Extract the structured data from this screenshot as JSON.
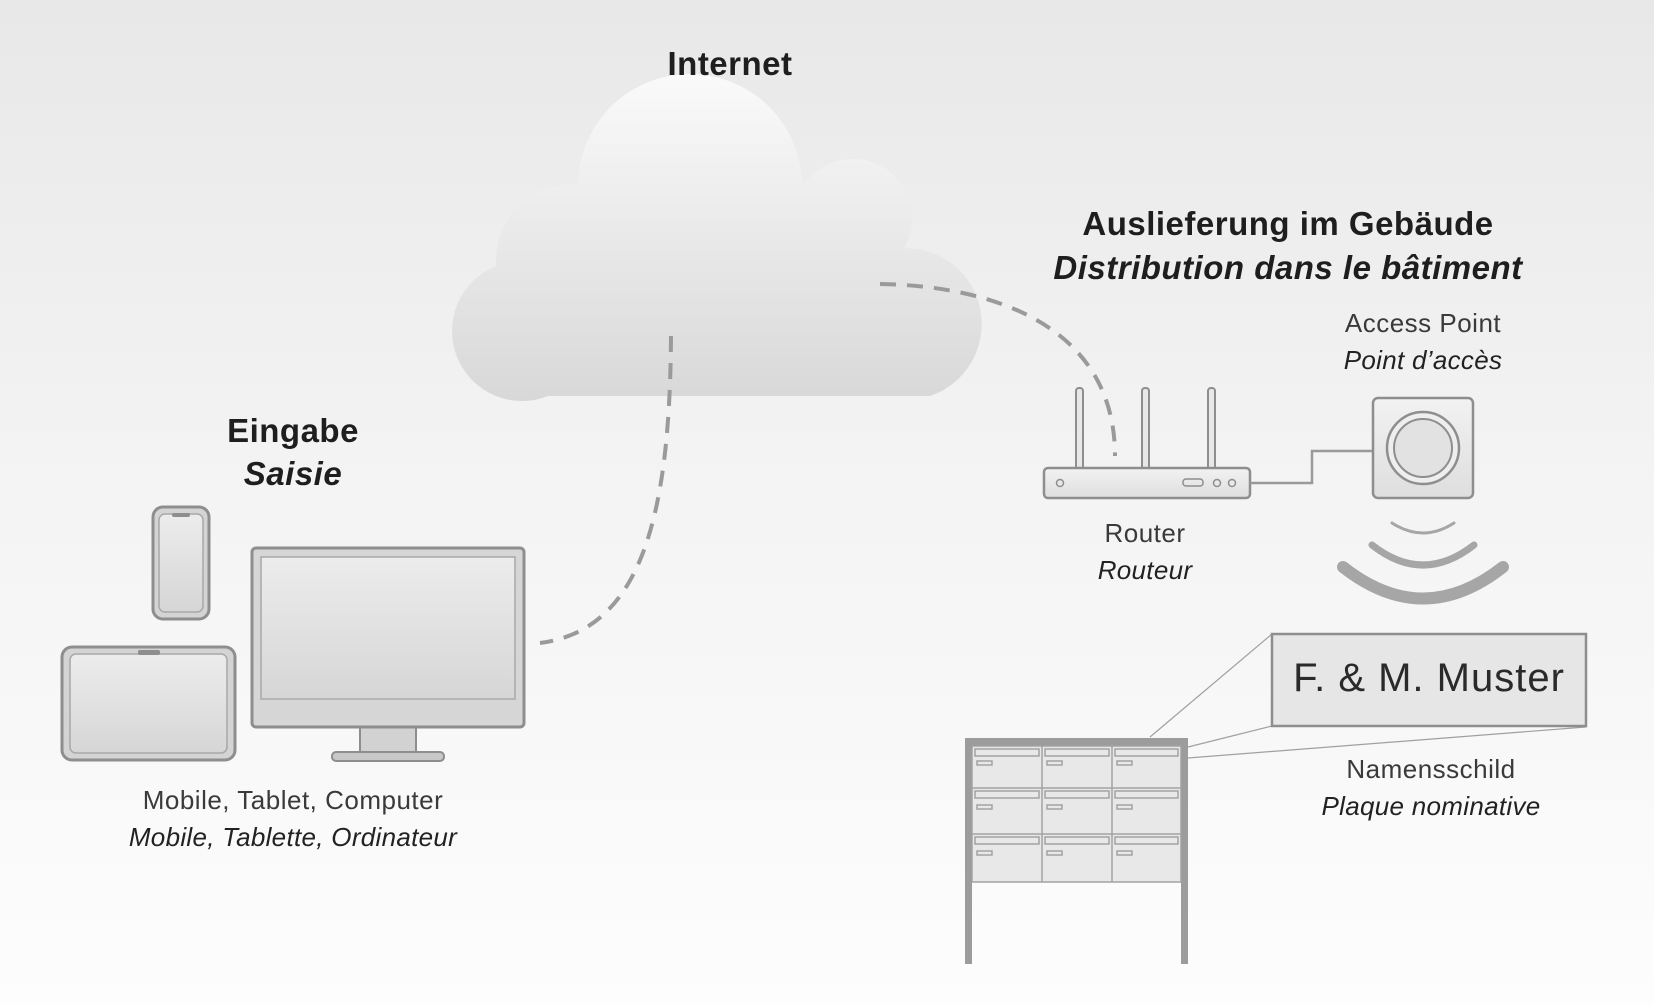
{
  "internet": {
    "title": "Internet"
  },
  "input": {
    "title_de": "Eingabe",
    "title_fr": "Saisie",
    "devices_de": "Mobile, Tablet, Computer",
    "devices_fr": "Mobile, Tablette, Ordinateur"
  },
  "distribution": {
    "title_de": "Auslieferung im Gebäude",
    "title_fr": "Distribution dans le bâtiment"
  },
  "access_point": {
    "label_de": "Access Point",
    "label_fr": "Point d’accès"
  },
  "router": {
    "label_de": "Router",
    "label_fr": "Routeur"
  },
  "nameplate": {
    "text": "F. & M. Muster",
    "label_de": "Namensschild",
    "label_fr": "Plaque nominative"
  },
  "icons": [
    "cloud-icon",
    "smartphone-icon",
    "tablet-icon",
    "monitor-icon",
    "router-icon",
    "access-point-icon",
    "wifi-signal-icon",
    "mailbox-icon"
  ],
  "colors": {
    "line": "#9a9a9a",
    "device_stroke": "#8c8c8c",
    "device_fill": "#e4e4e4"
  }
}
